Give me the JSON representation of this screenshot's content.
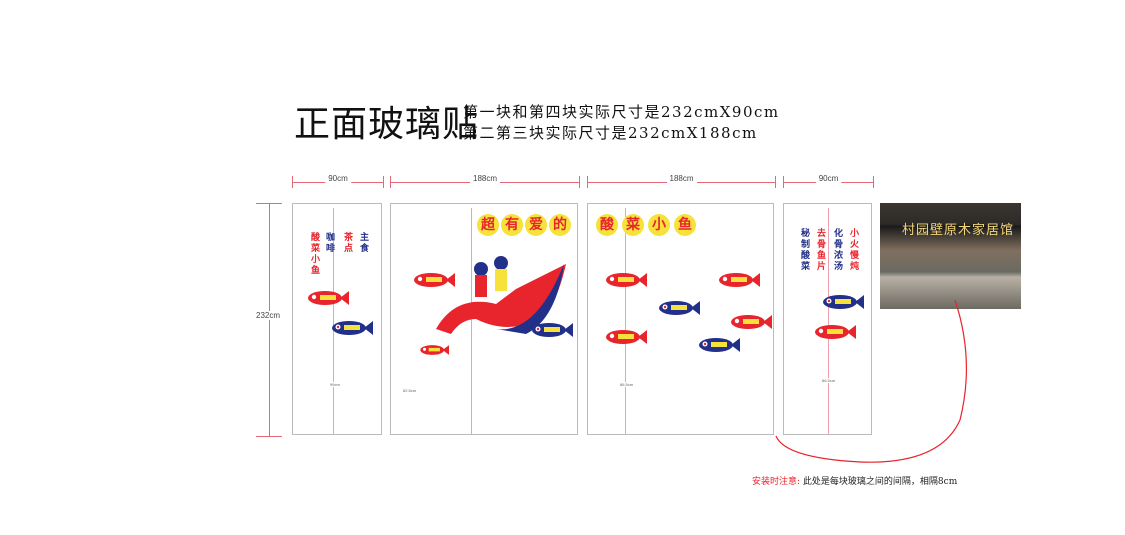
{
  "title": "正面玻璃贴",
  "spec_lines": [
    "第一块和第四块实际尺寸是232cmX90cm",
    "第二第三块实际尺寸是232cmX188cm"
  ],
  "widths": [
    "90cm",
    "188cm",
    "188cm",
    "90cm"
  ],
  "height": "232cm",
  "inner_labels": [
    "99cm",
    "82.5cm",
    "86.5cm",
    "86.5cm"
  ],
  "panel1_menu": [
    "酸菜小鱼",
    "咖啡",
    "茶点",
    "主食"
  ],
  "panel2_badges": [
    "超",
    "有",
    "爱",
    "的"
  ],
  "panel3_badges": [
    "酸",
    "菜",
    "小",
    "鱼"
  ],
  "panel4_menu": [
    "秘制酸菜",
    "去骨鱼片",
    "化骨浓汤",
    "小火慢炖"
  ],
  "photo_sign": "村园壁原木家居馆",
  "note": {
    "label": "安装时注意:",
    "text": "此处是每块玻璃之间的间隔，相隔8cm"
  },
  "colors": {
    "red": "#e8242c",
    "blue": "#22308a",
    "yellow": "#f6e23a",
    "dim": "#e46a7a"
  }
}
